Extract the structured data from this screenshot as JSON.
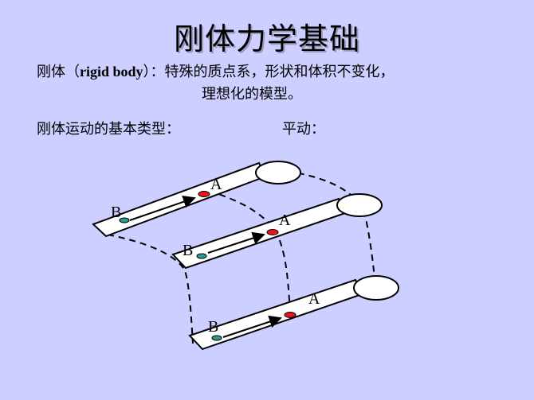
{
  "slide": {
    "title": "刚体力学基础",
    "definition": {
      "prefix": "刚体（",
      "term": "rigid body",
      "suffix": "）：特殊的质点系，形状和体积不变化，",
      "line2": "理想化的模型。"
    },
    "motion_types_label": "刚体运动的基本类型：",
    "motion_type_value": "平动："
  },
  "diagram": {
    "point_a_label": "A",
    "point_b_label": "B",
    "colors": {
      "background": "#cccfff",
      "body_fill": "#ffffff",
      "stroke": "#000000",
      "point_a": "#e8141e",
      "point_b": "#2a9d8f"
    }
  }
}
